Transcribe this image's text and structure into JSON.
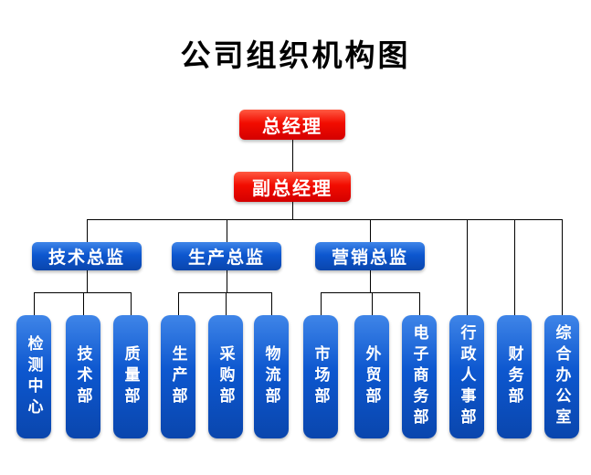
{
  "title": "公司组织机构图",
  "chart": {
    "root": "总经理",
    "deputy": "副总经理",
    "directors": [
      {
        "label": "技术总监",
        "departments": [
          "检测中心",
          "技术部",
          "质量部"
        ]
      },
      {
        "label": "生产总监",
        "departments": [
          "生产部",
          "采购部",
          "物流部"
        ]
      },
      {
        "label": "营销总监",
        "departments": [
          "市场部",
          "外贸部",
          "电子商务部"
        ]
      }
    ],
    "direct_departments": [
      "行政人事部",
      "财务部",
      "综合办公室"
    ],
    "colors": {
      "executive_box": "#f20c00",
      "department_box": "#0d57cf",
      "connector_line": "#000000",
      "box_text": "#ffffff",
      "title_text": "#000000"
    }
  }
}
